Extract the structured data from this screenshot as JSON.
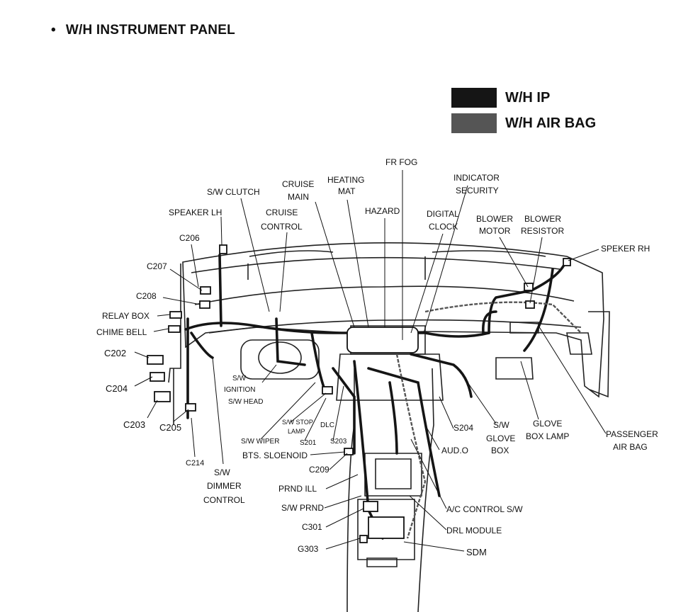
{
  "title": "W/H INSTRUMENT PANEL",
  "bullet": "•",
  "legend": [
    {
      "label": "W/H IP",
      "color": "#151515"
    },
    {
      "label": "W/H AIR BAG",
      "color": "#555555"
    }
  ],
  "labels": {
    "fr_fog": "FR FOG",
    "indicator": "INDICATOR",
    "security": "SECURITY",
    "heating": "HEATING",
    "mat": "MAT",
    "cruise_a": "CRUISE",
    "main": "MAIN",
    "sw_clutch": "S/W CLUTCH",
    "hazard": "HAZARD",
    "digital": "DIGITAL",
    "clock": "CLOCK",
    "blower_a": "BLOWER",
    "motor": "MOTOR",
    "blower_b": "BLOWER",
    "resistor": "RESISTOR",
    "speaker_lh": "SPEAKER LH",
    "cruise_b": "CRUISE",
    "control": "CONTROL",
    "speker_rh": "SPEKER RH",
    "c206": "C206",
    "c207": "C207",
    "c208": "C208",
    "relay_box": "RELAY BOX",
    "chime_bell": "CHIME BELL",
    "c202": "C202",
    "c204": "C204",
    "c203": "C203",
    "c205": "C205",
    "c214": "C214",
    "sw_ignition_a": "S/W",
    "sw_ignition_b": "IGNITION",
    "sw_head": "S/W HEAD",
    "sw_stop_a": "S/W STOP",
    "sw_stop_b": "LAMP",
    "dlc": "DLC",
    "sw_wiper": "S/W WIPER",
    "s201": "S201",
    "s203": "S203",
    "bts_solenoid": "BTS. SLOENOID",
    "c209": "C209",
    "prnd_ill": "PRND ILL",
    "sw_prnd": "S/W PRND",
    "c301": "C301",
    "g303": "G303",
    "sw_dimmer_a": "S/W",
    "sw_dimmer_b": "DIMMER",
    "sw_dimmer_c": "CONTROL",
    "s204": "S204",
    "audio": "AUD.O",
    "sw_glove_a": "S/W",
    "sw_glove_b": "GLOVE",
    "sw_glove_c": "BOX",
    "glove_a": "GLOVE",
    "glove_b": "BOX LAMP",
    "passenger_a": "PASSENGER",
    "passenger_b": "AIR BAG",
    "ac_control": "A/C CONTROL S/W",
    "drl_module": "DRL MODULE",
    "sdm": "SDM"
  }
}
